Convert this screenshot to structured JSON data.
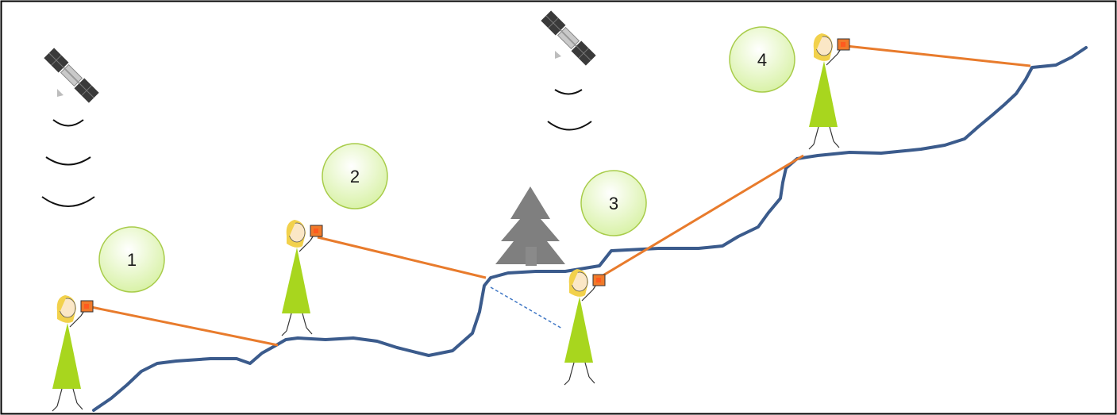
{
  "colors": {
    "terrain": "#3b5b8c",
    "sight_line": "#e87b2c",
    "blocked_line": "#3d75c4",
    "dress": "#a8d61e",
    "hair": "#f2d14c",
    "device": "#f07a2a",
    "badge_fill": "#e4f7c2",
    "badge_stroke": "#9cc23f",
    "tree": "#7f7f7f",
    "frame": "#000000"
  },
  "icons": {
    "satellite": "satellite-icon",
    "signal": "signal-wave-icon",
    "tree": "tree-icon",
    "person": "person-icon",
    "device": "rangefinder-device-icon"
  },
  "stations": [
    {
      "number": "1"
    },
    {
      "number": "2"
    },
    {
      "number": "3"
    },
    {
      "number": "4"
    }
  ]
}
